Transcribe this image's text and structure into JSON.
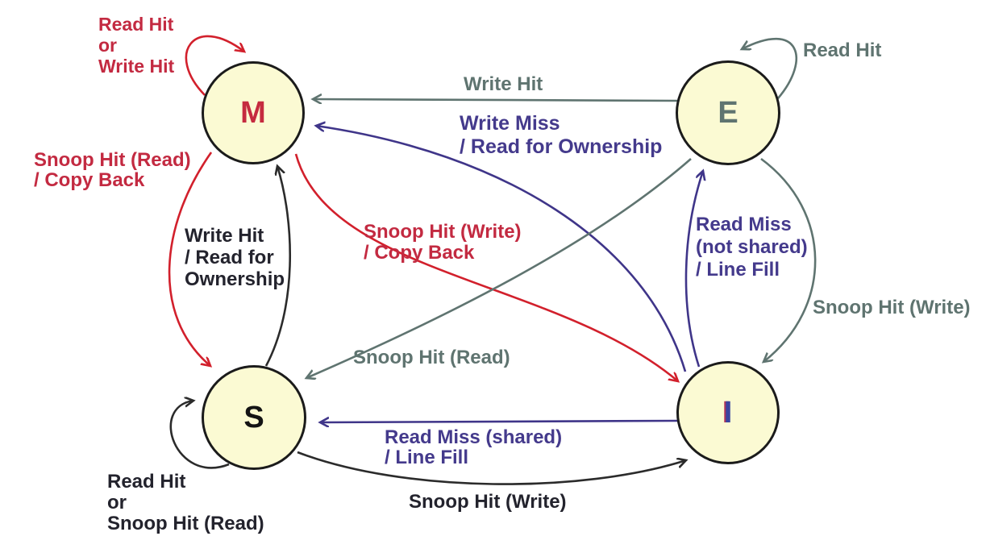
{
  "colors": {
    "state_fill": "#FBFAD3",
    "state_border": "#1B1B1B",
    "red_text": "#C32A41",
    "red_arrow": "#D2202C",
    "gray": "#5F7470",
    "purple": "#443A8C",
    "black": "#23232D",
    "letter_m": "#C52B3F",
    "letter_e": "#5F7470",
    "letter_s": "#141414",
    "letter_i": "#3A44A0"
  },
  "states": {
    "modified": {
      "letter": "M"
    },
    "exclusive": {
      "letter": "E"
    },
    "shared": {
      "letter": "S"
    },
    "invalid": {
      "letter": "I"
    }
  },
  "transitions": {
    "m_self": {
      "from": "M",
      "to": "M",
      "label": "Read Hit\nor\nWrite Hit"
    },
    "e_self": {
      "from": "E",
      "to": "E",
      "label": "Read Hit"
    },
    "e_to_m": {
      "from": "E",
      "to": "M",
      "label": "Write Hit"
    },
    "i_to_m": {
      "from": "I",
      "to": "M",
      "label": "Write Miss\n/ Read for Ownership"
    },
    "m_to_s": {
      "from": "M",
      "to": "S",
      "label": "Snoop Hit (Read)\n/ Copy Back"
    },
    "s_to_m": {
      "from": "S",
      "to": "M",
      "label": "Write Hit\n/ Read for\nOwnership"
    },
    "m_to_i": {
      "from": "M",
      "to": "I",
      "label": "Snoop Hit (Write)\n/ Copy Back"
    },
    "e_to_s": {
      "from": "E",
      "to": "S",
      "label": "Snoop Hit (Read)"
    },
    "i_to_e": {
      "from": "I",
      "to": "E",
      "label": "Read Miss\n(not shared)\n/ Line Fill"
    },
    "e_to_i": {
      "from": "E",
      "to": "I",
      "label": "Snoop Hit (Write)"
    },
    "s_self": {
      "from": "S",
      "to": "S",
      "label": "Read Hit\nor\nSnoop Hit (Read)"
    },
    "i_to_s": {
      "from": "I",
      "to": "S",
      "label": "Read Miss (shared)\n/ Line Fill"
    },
    "s_to_i": {
      "from": "S",
      "to": "I",
      "label": "Snoop Hit (Write)"
    }
  }
}
